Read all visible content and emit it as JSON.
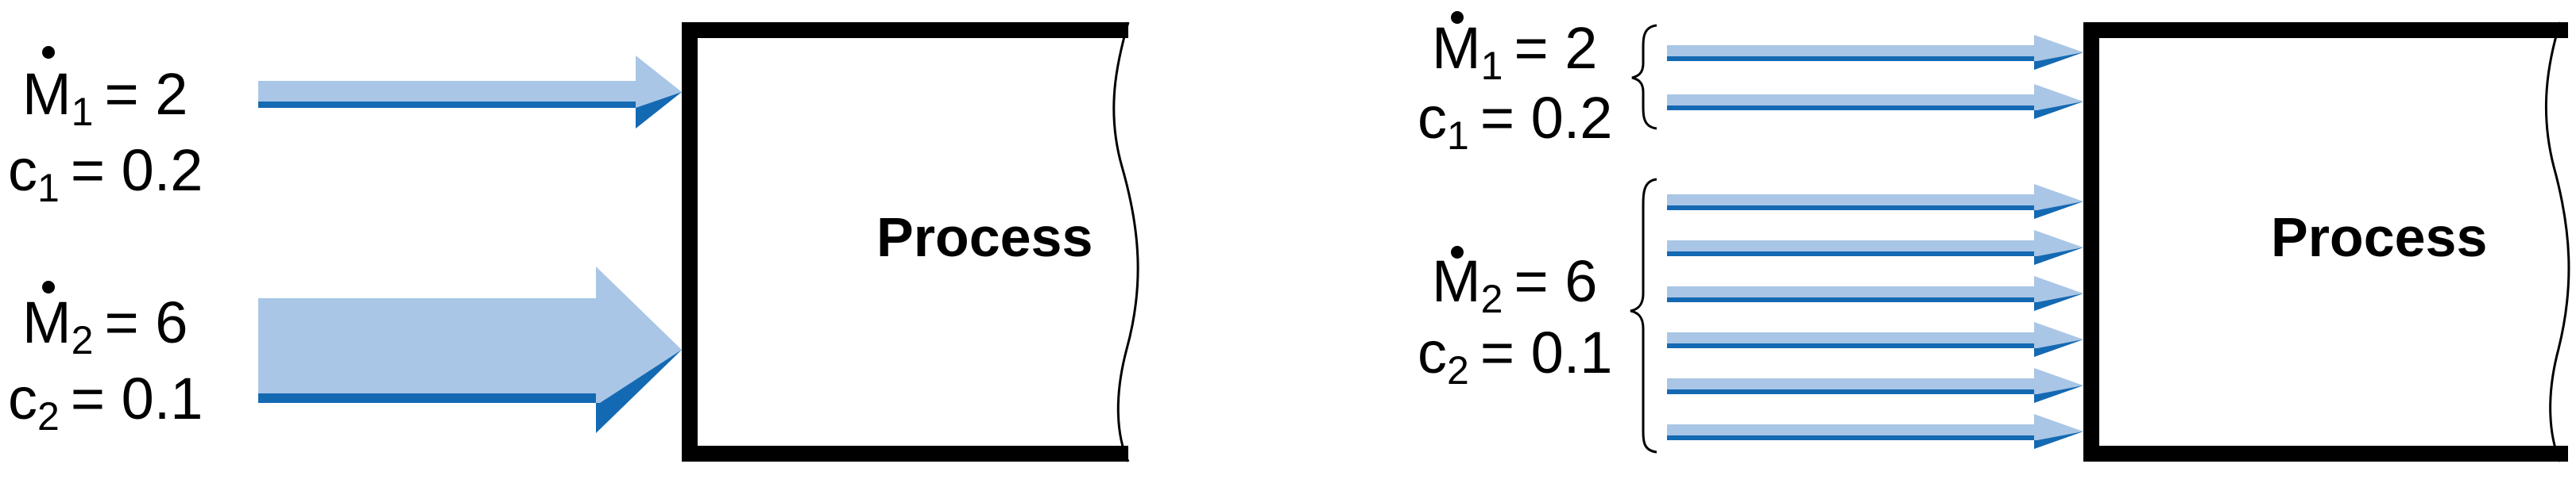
{
  "colors": {
    "arrow_light": "#a9c6e6",
    "arrow_dark": "#1469b3",
    "box_stroke": "#000000"
  },
  "left_panel": {
    "process_label": "Process",
    "stream1": {
      "symbol": "M",
      "subscript": "1",
      "flow_value": "= 2",
      "conc_symbol": "c",
      "conc_subscript": "1",
      "conc_value": "= 0.2"
    },
    "stream2": {
      "symbol": "M",
      "subscript": "2",
      "flow_value": "= 6",
      "conc_symbol": "c",
      "conc_subscript": "2",
      "conc_value": "= 0.1"
    }
  },
  "right_panel": {
    "process_label": "Process",
    "stream1": {
      "symbol": "M",
      "subscript": "1",
      "flow_value": "= 2",
      "conc_symbol": "c",
      "conc_subscript": "1",
      "conc_value": "= 0.2",
      "unit_arrows": 2
    },
    "stream2": {
      "symbol": "M",
      "subscript": "2",
      "flow_value": "= 6",
      "conc_symbol": "c",
      "conc_subscript": "2",
      "conc_value": "= 0.1",
      "unit_arrows": 6
    }
  }
}
